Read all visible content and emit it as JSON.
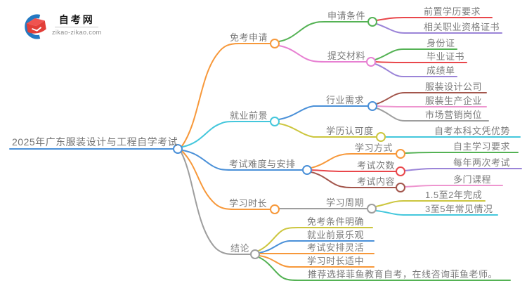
{
  "logo": {
    "title": "自考网",
    "domain": "zikao-zikao.com",
    "icon": "graduation-cap-icon",
    "icon_colors": {
      "crescent_blue": "#2479c2",
      "cap_red": "#e23e38",
      "cap_red_light": "#ef5350"
    }
  },
  "colors": {
    "orange": "#f7983a",
    "cyan": "#44c7dc",
    "blue": "#4a90d8",
    "gray": "#9e9e9e",
    "green": "#54b254",
    "pink": "#e780d2",
    "lightpink": "#ee95cf",
    "red": "#e9474b",
    "purple": "#9b84d8",
    "yellow": "#ccc63e",
    "brown": "#a3564c",
    "text": "#7b7b7b"
  },
  "mindmap": {
    "root": {
      "label": "2025年广东服装设计与工程自学考试",
      "color": "blue"
    },
    "branches": [
      {
        "label": "免考申请",
        "color": "orange",
        "children": [
          {
            "label": "申请条件",
            "color": "green",
            "leaves": [
              {
                "label": "前置学历要求",
                "color": "red"
              },
              {
                "label": "相关职业资格证书",
                "color": "purple"
              }
            ]
          },
          {
            "label": "提交材料",
            "color": "pink",
            "leaves": [
              {
                "label": "身份证",
                "color": "green"
              },
              {
                "label": "毕业证书",
                "color": "red"
              },
              {
                "label": "成绩单",
                "color": "purple"
              }
            ]
          }
        ]
      },
      {
        "label": "就业前景",
        "color": "cyan",
        "children": [
          {
            "label": "行业需求",
            "color": "blue",
            "leaves": [
              {
                "label": "服装设计公司",
                "color": "brown"
              },
              {
                "label": "服装生产企业",
                "color": "lightpink"
              },
              {
                "label": "市场营销岗位",
                "color": "gray"
              }
            ]
          },
          {
            "label": "学历认可度",
            "color": "yellow",
            "leaves": [
              {
                "label": "自考本科文凭优势",
                "color": "cyan"
              }
            ]
          }
        ]
      },
      {
        "label": "考试难度与安排",
        "color": "blue",
        "children": [
          {
            "label": "学习方式",
            "color": "orange",
            "leaves": [
              {
                "label": "自主学习要求",
                "color": "green"
              }
            ]
          },
          {
            "label": "考试次数",
            "color": "red",
            "leaves": [
              {
                "label": "每年两次考试",
                "color": "purple"
              }
            ]
          },
          {
            "label": "考试内容",
            "color": "brown",
            "leaves": [
              {
                "label": "多门课程",
                "color": "lightpink"
              }
            ]
          }
        ]
      },
      {
        "label": "学习时长",
        "color": "orange",
        "children": [
          {
            "label": "学习周期",
            "color": "gray",
            "leaves": [
              {
                "label": "1.5至2年完成",
                "color": "yellow"
              },
              {
                "label": "3至5年常见情况",
                "color": "cyan"
              }
            ]
          }
        ]
      },
      {
        "label": "结论",
        "color": "gray",
        "leaves": [
          {
            "label": "免考条件明确",
            "color": "yellow"
          },
          {
            "label": "就业前景乐观",
            "color": "blue"
          },
          {
            "label": "考试安排灵活",
            "color": "orange"
          },
          {
            "label": "学习时长适中",
            "color": "orange"
          },
          {
            "label": "推荐选择菲鱼教育自考，在线咨询菲鱼老师。",
            "color": "green"
          }
        ]
      }
    ]
  }
}
